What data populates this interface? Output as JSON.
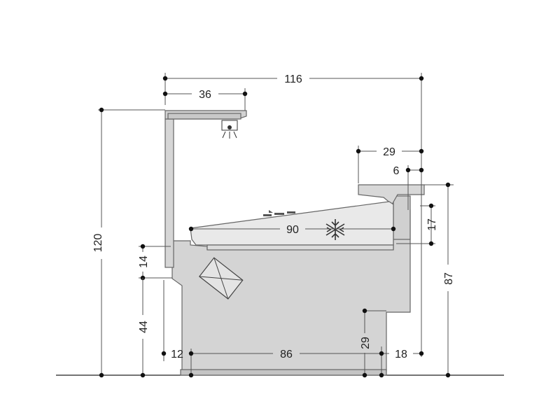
{
  "diagram": {
    "type": "cross-section",
    "subject": "refrigerated display counter",
    "units": "cm",
    "colors": {
      "body_fill": "#d4d4d4",
      "body_stroke": "#6e6e6e",
      "glass_fill": "#e9e9e9",
      "dimension_line": "#555555",
      "text": "#222222"
    },
    "icons": {
      "cooling": "snowflake-icon",
      "light": "lamp-icon"
    },
    "dimensions": {
      "overall_width": "116",
      "canopy_depth": "36",
      "shelf_depth": "29",
      "shelf_offset": "6",
      "display_depth": "90",
      "display_height": "17",
      "total_height": "120",
      "counter_height": "87",
      "front_panel_height": "14",
      "base_clearance": "44",
      "front_offset": "12",
      "base_width": "86",
      "rear_offset": "18",
      "rear_step_height": "29"
    }
  }
}
